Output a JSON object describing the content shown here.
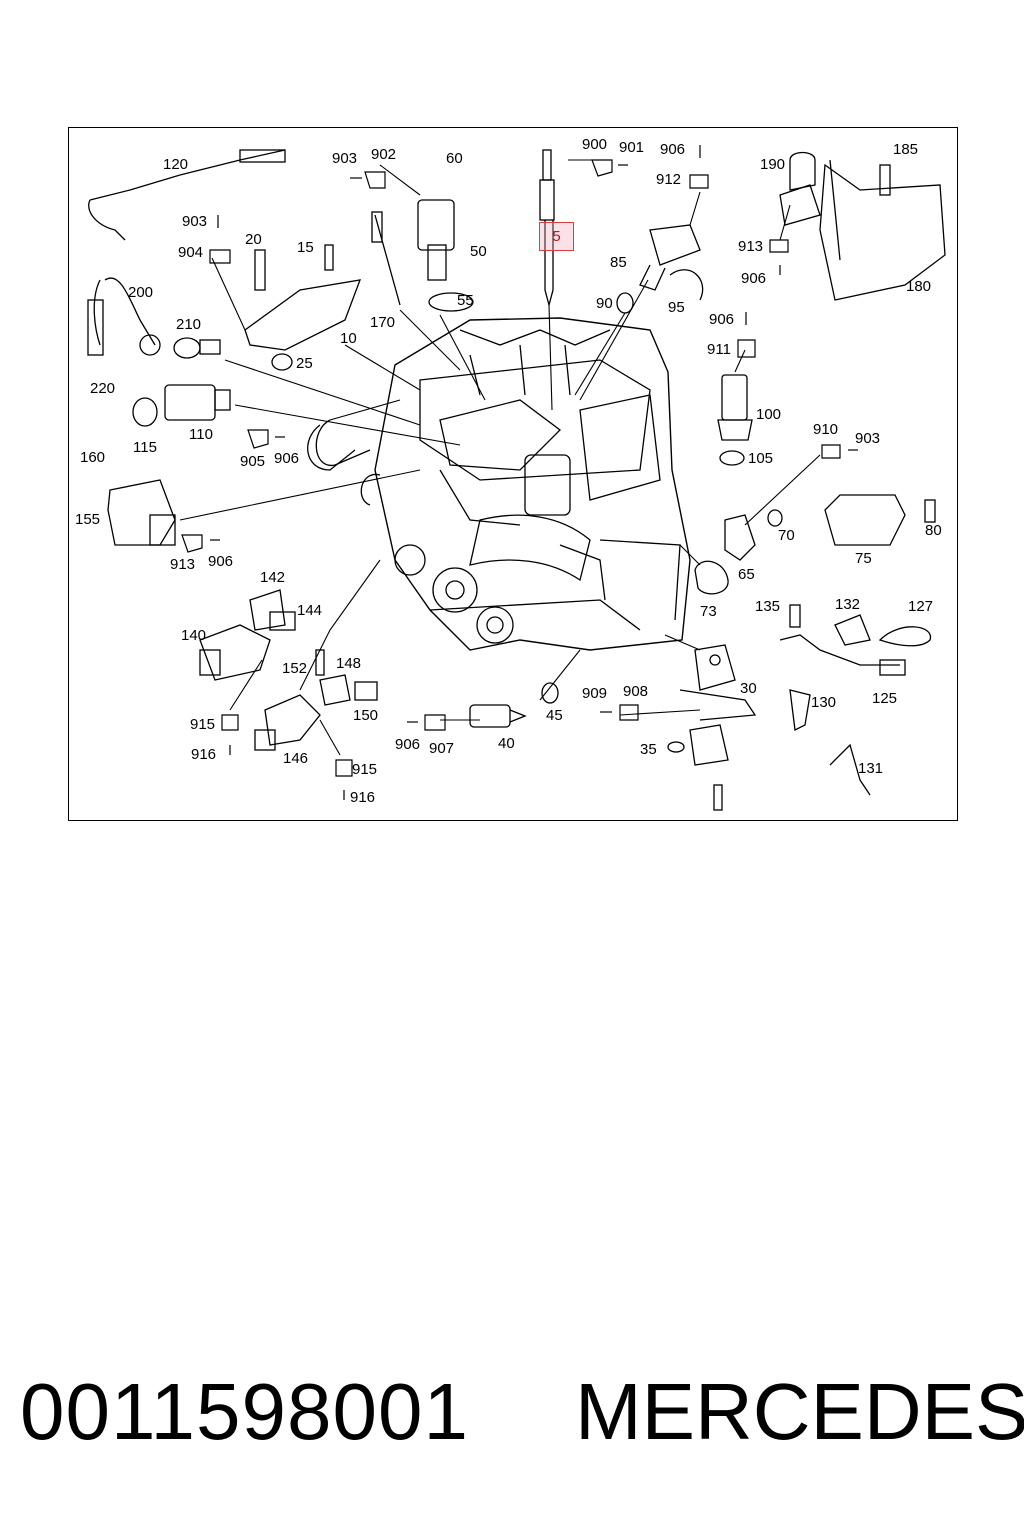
{
  "colors": {
    "line": "#000000",
    "highlight_border": "#e03a3a",
    "highlight_fill": "#f0aabe"
  },
  "highlighted_part": "5",
  "callouts": [
    "120",
    "903",
    "902",
    "60",
    "900",
    "901",
    "906",
    "912",
    "190",
    "185",
    "903",
    "904",
    "20",
    "15",
    "50",
    "85",
    "913",
    "906",
    "200",
    "210",
    "55",
    "170",
    "10",
    "25",
    "90",
    "95",
    "180",
    "220",
    "115",
    "110",
    "905",
    "906",
    "906",
    "911",
    "100",
    "105",
    "160",
    "155",
    "913",
    "906",
    "910",
    "903",
    "70",
    "80",
    "75",
    "65",
    "73",
    "142",
    "144",
    "140",
    "152",
    "148",
    "150",
    "135",
    "132",
    "127",
    "125",
    "915",
    "916",
    "146",
    "915",
    "916",
    "906",
    "907",
    "40",
    "45",
    "909",
    "908",
    "35",
    "30",
    "130",
    "131"
  ],
  "footer": {
    "part_number": "0011598001",
    "brand": "MERCEDES"
  }
}
